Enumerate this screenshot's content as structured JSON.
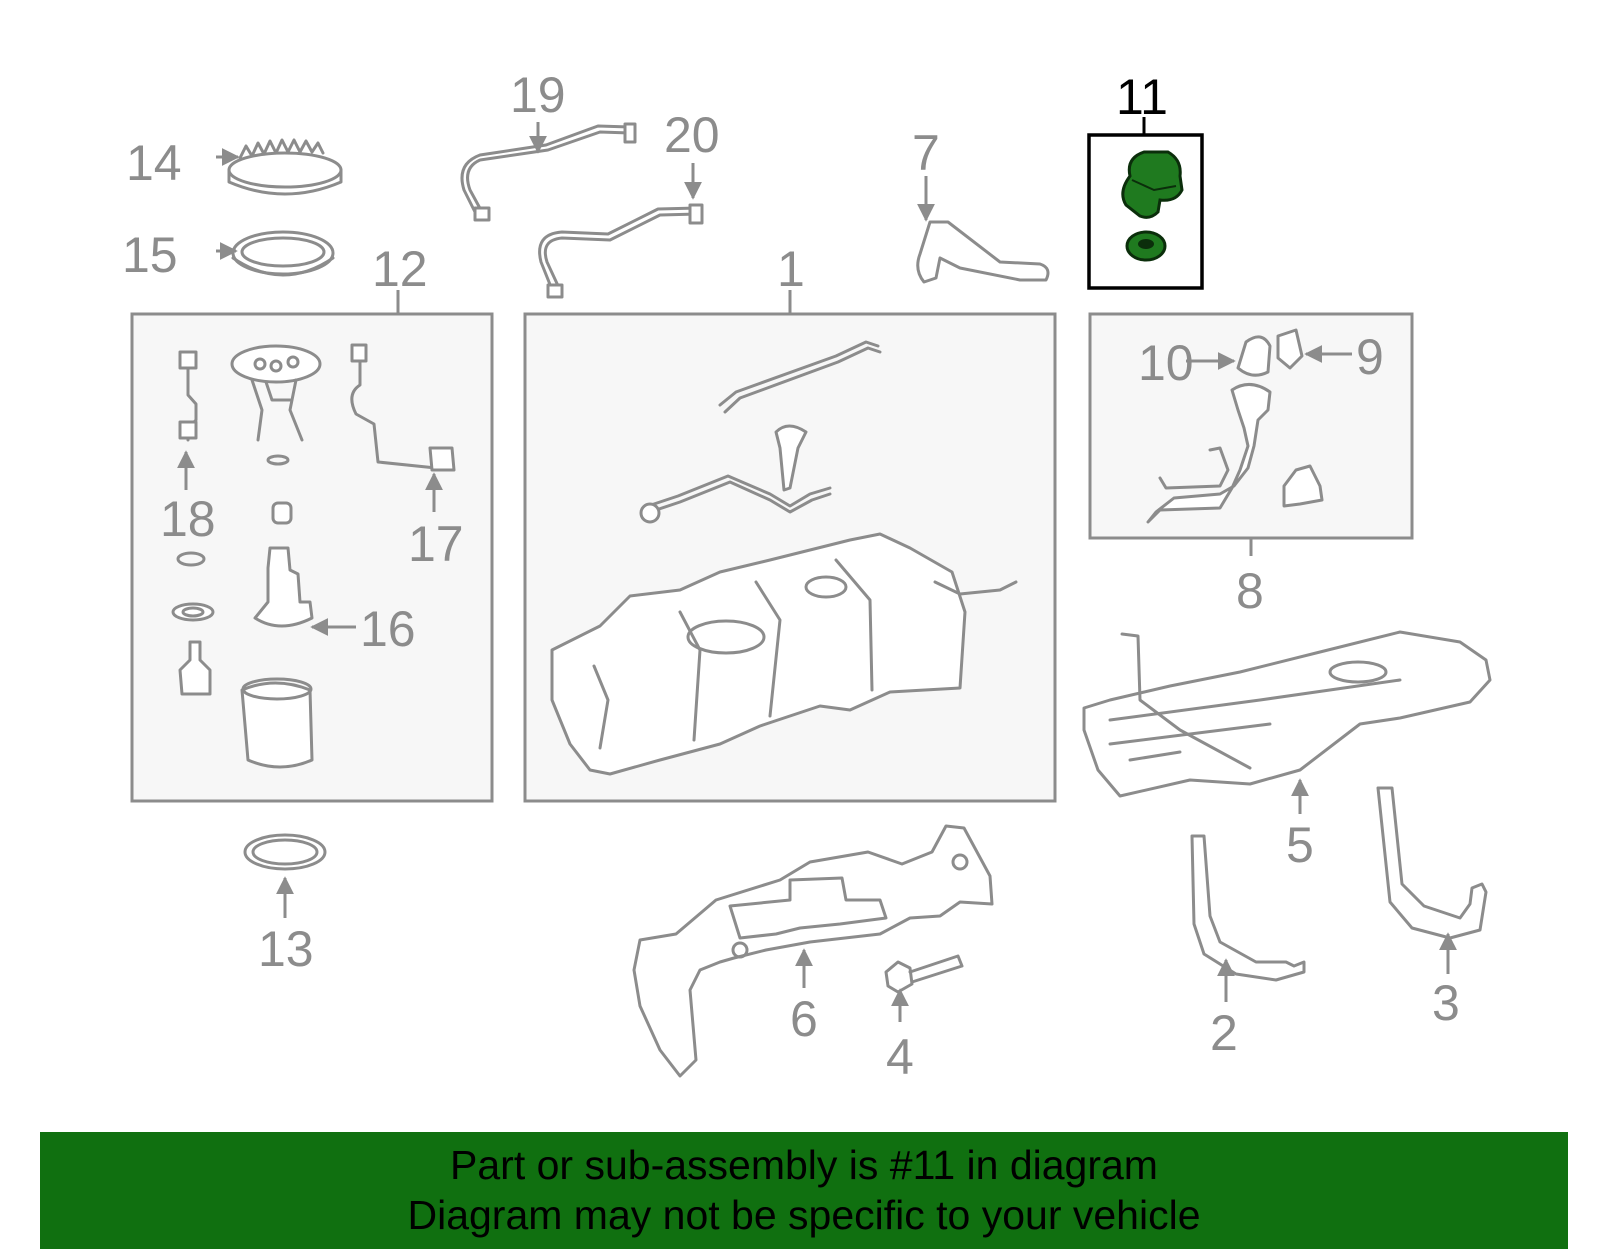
{
  "callouts": {
    "c1": "1",
    "c2": "2",
    "c3": "3",
    "c4": "4",
    "c5": "5",
    "c6": "6",
    "c7": "7",
    "c8": "8",
    "c9": "9",
    "c10": "10",
    "c11": "11",
    "c12": "12",
    "c13": "13",
    "c14": "14",
    "c15": "15",
    "c16": "16",
    "c17": "17",
    "c18": "18",
    "c19": "19",
    "c20": "20"
  },
  "highlight": {
    "callout": "11",
    "color": "#1f7a1f"
  },
  "banner": {
    "line1": "Part or sub-assembly is #11 in diagram",
    "line2": "Diagram may not be specific to your vehicle",
    "background": "#107010"
  }
}
